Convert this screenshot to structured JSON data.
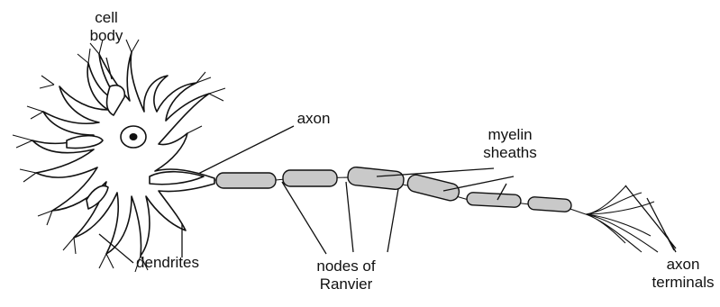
{
  "labels": {
    "cell_body": [
      "cell",
      "body"
    ],
    "axon": "axon",
    "myelin": [
      "myelin",
      "sheaths"
    ],
    "dendrites": "dendrites",
    "nodes": [
      "nodes of",
      "Ranvier"
    ],
    "terminals": [
      "axon",
      "terminals"
    ]
  },
  "colors": {
    "ink": "#111111",
    "sheath_fill": "#c9c9c9",
    "background": "#ffffff"
  }
}
